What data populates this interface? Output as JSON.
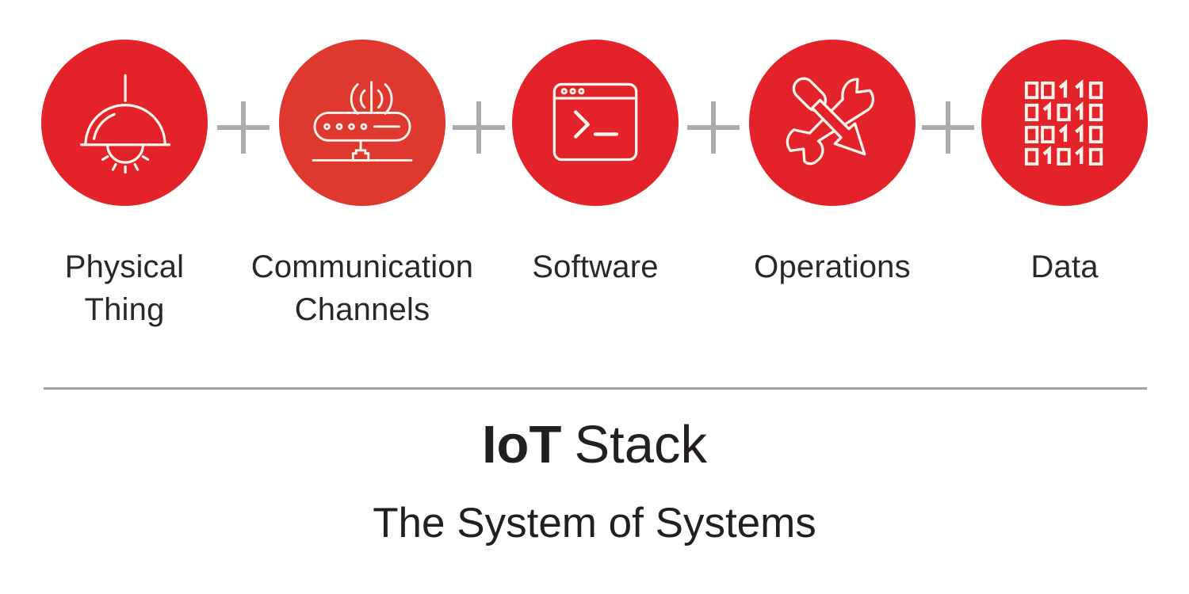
{
  "diagram": {
    "items": [
      {
        "id": "physical-thing",
        "label": "Physical\nThing",
        "icon": "pendant-lamp-icon",
        "circle_color": "#E4222A"
      },
      {
        "id": "communication-channels",
        "label": "Communication\nChannels",
        "icon": "wireless-router-icon",
        "circle_color": "#DE382F"
      },
      {
        "id": "software",
        "label": "Software",
        "icon": "terminal-window-icon",
        "circle_color": "#E4222A"
      },
      {
        "id": "operations",
        "label": "Operations",
        "icon": "crossed-tools-icon",
        "circle_color": "#E4222A"
      },
      {
        "id": "data",
        "label": "Data",
        "icon": "binary-data-icon",
        "circle_color": "#E4222A",
        "binary_rows": [
          "00110",
          "01010",
          "00110",
          "01010"
        ]
      }
    ],
    "connector_symbol": "+",
    "footer": {
      "title_bold": "IoT",
      "title_regular": "Stack",
      "subtitle": "The System of Systems"
    },
    "colors": {
      "circle_red": "#E4222A",
      "circle_red_alt": "#DE382F",
      "icon_stroke": "#FBF4EB",
      "plus_gray": "#ACACAC",
      "divider_gray": "#A2A2A2",
      "text_dark": "#2B2728",
      "title_dark": "#231F20",
      "background": "#FFFFFF"
    }
  }
}
